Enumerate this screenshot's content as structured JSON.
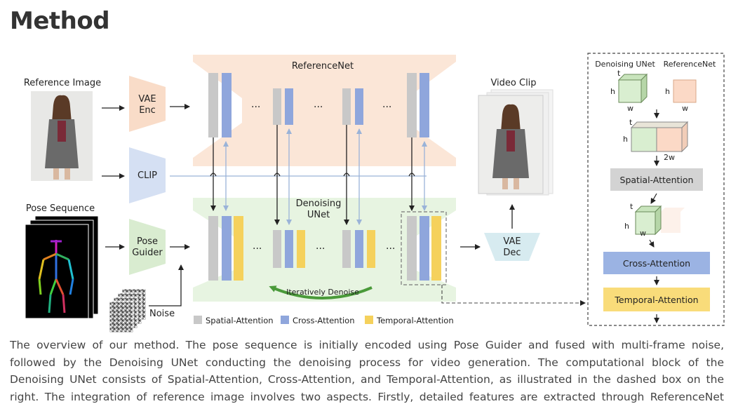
{
  "page": {
    "heading": "Method"
  },
  "diagram": {
    "reference_image_label": "Reference Image",
    "vae_enc_line1": "VAE",
    "vae_enc_line2": "Enc",
    "clip_label": "CLIP",
    "referencenet_label": "ReferenceNet",
    "denoising_unet_line1": "Denoising",
    "denoising_unet_line2": "UNet",
    "pose_sequence_label": "Pose Sequence",
    "pose_guider_line1": "Pose",
    "pose_guider_line2": "Guider",
    "noise_label": "Noise",
    "iteratively_denoise_label": "Iteratively Denoise",
    "video_clip_label": "Video Clip",
    "vae_dec_line1": "VAE",
    "vae_dec_line2": "Dec",
    "ellipsis": "···",
    "legend": {
      "spatial": "Spatial-Attention",
      "cross": "Cross-Attention",
      "temporal": "Temporal-Attention"
    },
    "detail": {
      "denoising_unet_label": "Denoising UNet",
      "referencenet_label": "ReferenceNet",
      "axis_h": "h",
      "axis_w": "w",
      "axis_t": "t",
      "axis_2w": "2w",
      "spatial_attention": "Spatial-Attention",
      "cross_attention": "Cross-Attention",
      "temporal_attention": "Temporal-Attention"
    },
    "colors": {
      "spatial": "#c8c8c8",
      "cross": "#8fa6dc",
      "temporal": "#f5d15c",
      "referencenet_bg": "#fbe3d3",
      "denoising_bg": "#e6f3df",
      "clip_box": "#d5e0f3",
      "vae_box": "#f9dcc8",
      "pose_box": "#d9ecd0"
    }
  },
  "caption": {
    "line1": "The overview of our method. The pose sequence is initially encoded using Pose Guider and fused with multi-frame noise,",
    "line2": "followed by the Denoising UNet conducting the denoising process for video generation. The computational block of the",
    "line3": "Denoising UNet consists of Spatial-Attention, Cross-Attention, and Temporal-Attention, as illustrated in the dashed box on the",
    "line4": "right. The integration of reference image involves two aspects. Firstly, detailed features are extracted through ReferenceNet"
  }
}
